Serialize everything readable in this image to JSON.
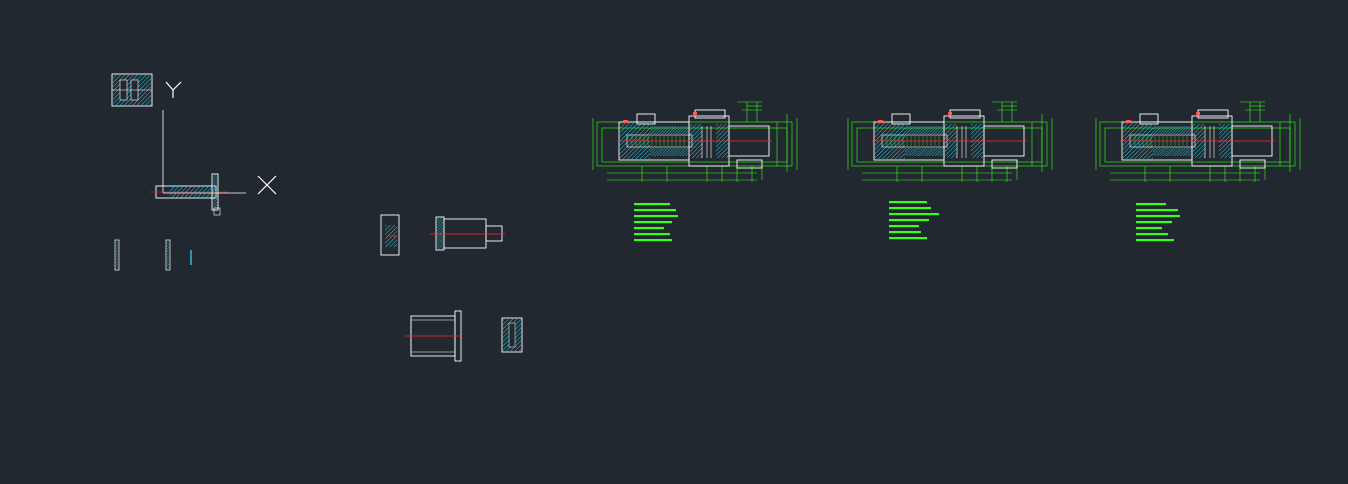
{
  "app": {
    "view": "CAD model space",
    "background_color": "#212830"
  },
  "ucs": {
    "x_label": "X",
    "y_label": "Y",
    "icon": "ucs-axis-icon"
  },
  "colors": {
    "outline": "#ffffff",
    "hatch": "#35c8e0",
    "center_line": "#ff2a2a",
    "dimension": "#39ff14",
    "accent": "#ff5a5a"
  },
  "drawings": [
    {
      "name": "assembly-drawing-1",
      "notes": [
        "",
        "",
        "",
        "",
        "",
        ""
      ]
    },
    {
      "name": "assembly-drawing-2",
      "notes": [
        "",
        "",
        "",
        "",
        "",
        ""
      ]
    },
    {
      "name": "assembly-drawing-3",
      "notes": [
        "",
        "",
        "",
        "",
        "",
        ""
      ]
    }
  ],
  "parts": [
    "part-housing-block",
    "part-flanged-shaft",
    "part-thin-washer-1",
    "part-thin-washer-2",
    "part-pin",
    "part-end-cap",
    "part-stepped-shaft",
    "part-sleeve",
    "part-gear-ring"
  ]
}
